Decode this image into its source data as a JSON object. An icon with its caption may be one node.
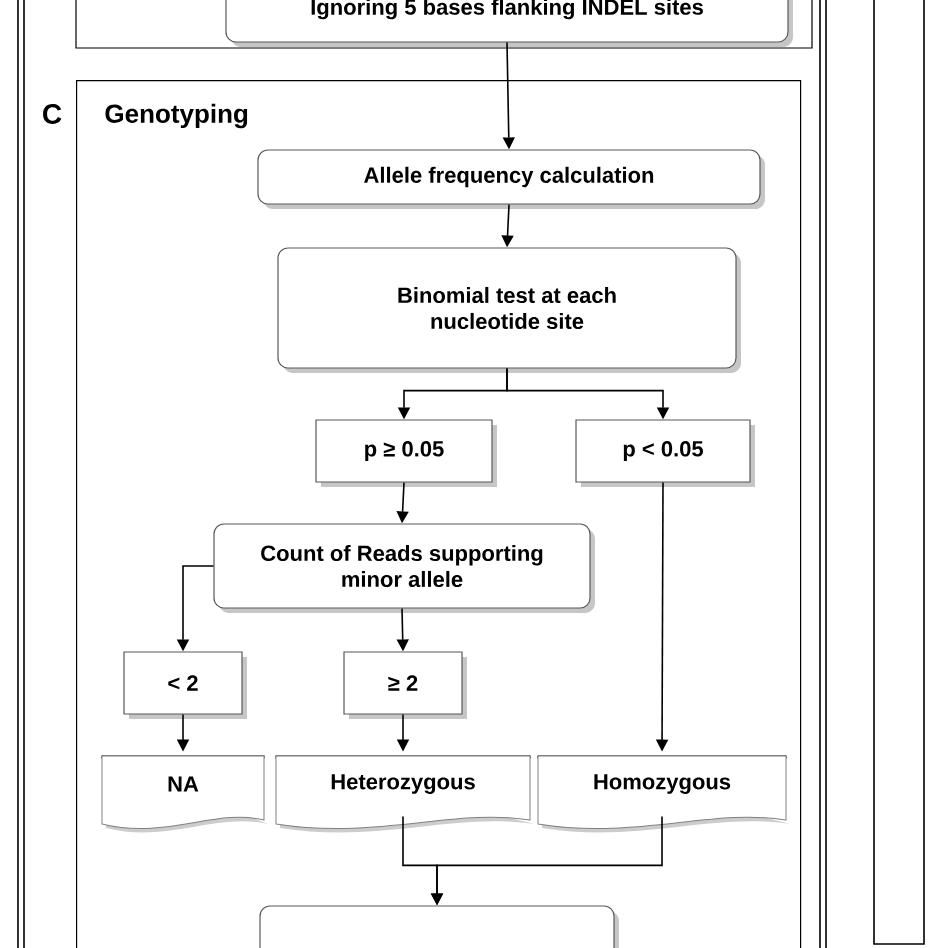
{
  "diagram": {
    "nodes": [
      {
        "text": [],
        "shape": "box"
      },
      {
        "text": [
          "Ignoring 5 bases flanking INDEL sites"
        ],
        "in": 0
      },
      {
        "text": [
          "Genotyping"
        ]
      },
      {
        "text": [
          "Allele frequency calculation"
        ],
        "in": 2
      },
      {
        "text": [
          "Binomial test at each nucleotide site"
        ],
        "in": 2
      },
      {
        "text": [
          "p ≥ 0.05"
        ],
        "in": 2
      },
      {
        "text": [
          "p < 0.05"
        ],
        "in": 2
      },
      {
        "text": [
          "Count of Reads supporting minor allele"
        ],
        "in": 2
      },
      {
        "text": [
          "< 2"
        ],
        "in": 2
      },
      {
        "text": [
          "≥ 2"
        ],
        "in": 2
      },
      {
        "text": [
          "NA"
        ],
        "in": 2
      },
      {
        "text": [
          "Heterozygous"
        ],
        "in": 2
      },
      {
        "text": [
          "Homozygous"
        ],
        "in": 2
      },
      {
        "text": [],
        "shape": "box",
        "in": 2
      }
    ],
    "edges": [
      {
        "from": 1,
        "to": 3,
        "arrow": "to"
      },
      {
        "from": 3,
        "to": 4,
        "arrow": "to"
      },
      {
        "from": 4,
        "to": 5,
        "arrow": "to"
      },
      {
        "from": 4,
        "to": 6,
        "arrow": "to"
      },
      {
        "from": 5,
        "to": 7,
        "arrow": "to"
      },
      {
        "from": 7,
        "to": 8,
        "arrow": "to"
      },
      {
        "from": 7,
        "to": 9,
        "arrow": "to"
      },
      {
        "from": 6,
        "to": 12,
        "arrow": "to"
      },
      {
        "from": 8,
        "to": 10,
        "arrow": "to"
      },
      {
        "from": 9,
        "to": 11,
        "arrow": "to"
      },
      {
        "from": 11,
        "to": 13,
        "arrow": "to"
      },
      {
        "from": 12,
        "to": 13,
        "arrow": "to"
      }
    ],
    "labels": [
      "C"
    ]
  }
}
